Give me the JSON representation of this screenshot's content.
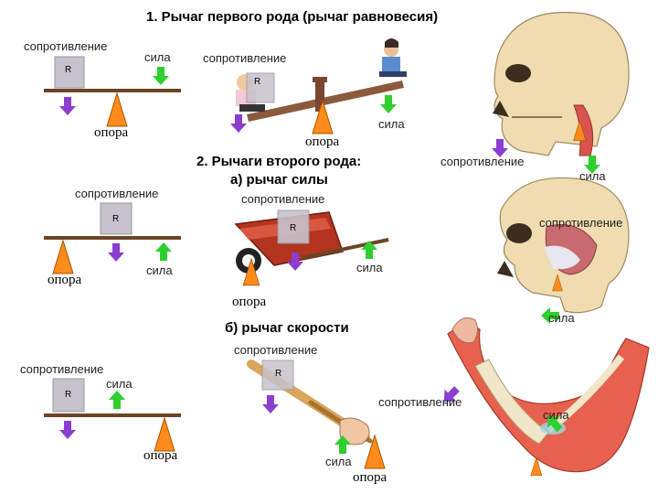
{
  "titles": {
    "first": "1. Рычаг первого рода (рычаг равновесия)",
    "second": "2. Рычаги второго рода:",
    "second_a": "а) рычаг силы",
    "second_b": "б) рычаг скорости"
  },
  "labels": {
    "resistance": "сопротивление",
    "force": "сила",
    "support": "опора",
    "block_letter": "R"
  },
  "colors": {
    "arrow_down": "#8a3fd0",
    "arrow_up": "#2ecf2e",
    "fulcrum": "#ff8c1a",
    "lever": "#6b4426"
  }
}
